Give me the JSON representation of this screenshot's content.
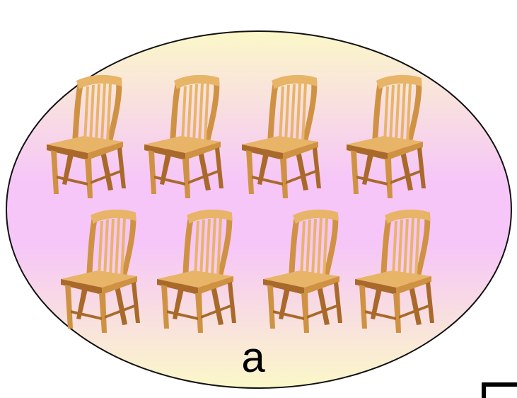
{
  "set": {
    "label": "a",
    "element_icon": "wooden-chair-icon",
    "element_count": 8,
    "rows": [
      4,
      4
    ]
  },
  "colors": {
    "gradient_top": "#fbf8c8",
    "gradient_middle": "#f6c6f8",
    "gradient_bottom": "#fbf8c8",
    "outline": "#111111",
    "wood_light": "#e8b468",
    "wood_mid": "#cf9243",
    "wood_dark": "#a9692a"
  },
  "corner_mark_icon": "corner-bracket-icon"
}
